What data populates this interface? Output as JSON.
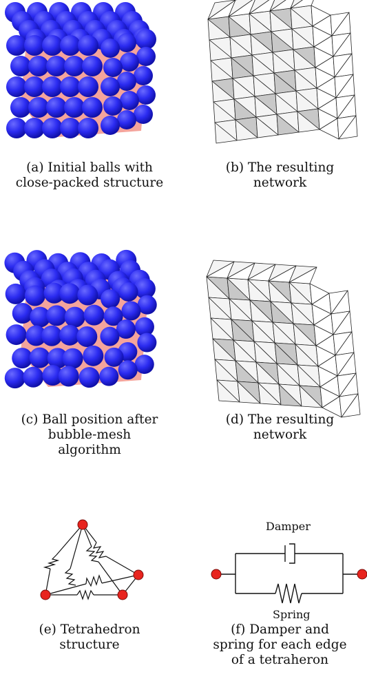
{
  "colors": {
    "ball": "#2b2bf0",
    "ball_highlight": "#6a6aff",
    "ball_shadow": "#1010a8",
    "core": "#f4a49c",
    "mesh_fill_light": "#f4f4f4",
    "mesh_fill_dark": "#c8c8c8",
    "node": "#e8241e"
  },
  "figures": [
    {
      "id": "a",
      "caption": "(a) Initial balls with\nclose-packed structure"
    },
    {
      "id": "b",
      "caption": "(b) The resulting\nnetwork"
    },
    {
      "id": "c",
      "caption": "(c) Ball position after\nbubble-mesh\nalgorithm"
    },
    {
      "id": "d",
      "caption": "(d) The resulting\nnetwork"
    },
    {
      "id": "e",
      "caption": "(e) Tetrahedron\nstructure"
    },
    {
      "id": "f",
      "caption": "(f) Damper and\nspring for each edge\nof a tetraheron"
    }
  ],
  "damper_label": "Damper",
  "spring_label": "Spring"
}
